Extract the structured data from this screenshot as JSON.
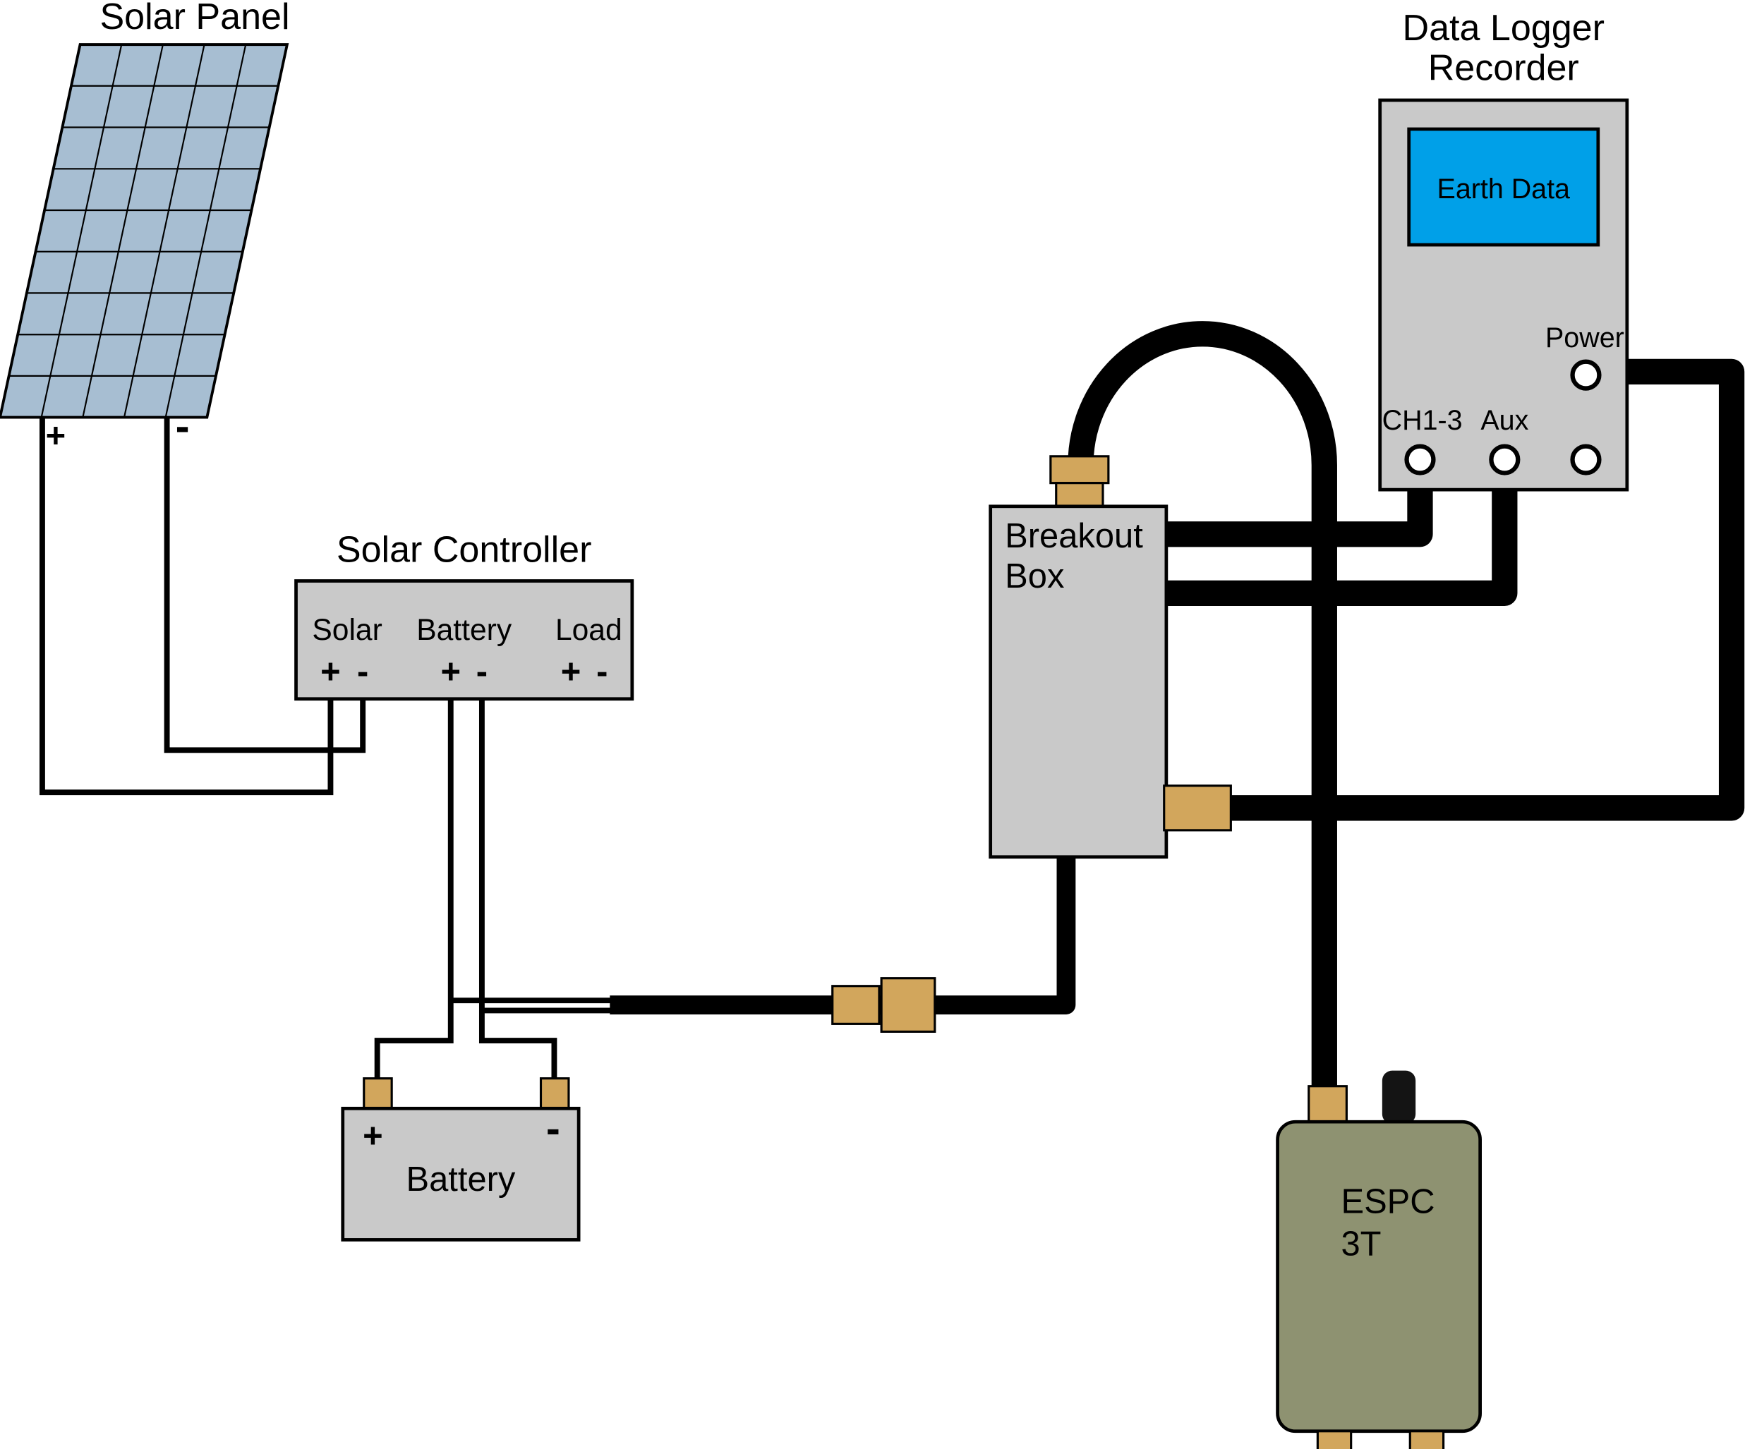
{
  "colors": {
    "background": "#ffffff",
    "panel_fill": "#a7bed2",
    "box_fill": "#c9c9c9",
    "screen_fill": "#00a0e8",
    "espc_fill": "#8e9271",
    "connector_fill": "#d2a65c",
    "wire": "#000000"
  },
  "solar_panel": {
    "title": "Solar Panel",
    "plus": "+",
    "minus": "-"
  },
  "solar_controller": {
    "title": "Solar Controller",
    "ports": [
      {
        "label": "Solar",
        "plus": "+",
        "minus": "-"
      },
      {
        "label": "Battery",
        "plus": "+",
        "minus": "-"
      },
      {
        "label": "Load",
        "plus": "+",
        "minus": "-"
      }
    ]
  },
  "battery": {
    "label": "Battery",
    "plus": "+",
    "minus": "-"
  },
  "breakout_box": {
    "line1": "Breakout",
    "line2": "Box"
  },
  "data_logger": {
    "title_line1": "Data Logger",
    "title_line2": "Recorder",
    "screen_text": "Earth Data",
    "power_label": "Power",
    "ch_label": "CH1-3",
    "aux_label": "Aux"
  },
  "espc": {
    "line1": "ESPC",
    "line2": "3T"
  }
}
